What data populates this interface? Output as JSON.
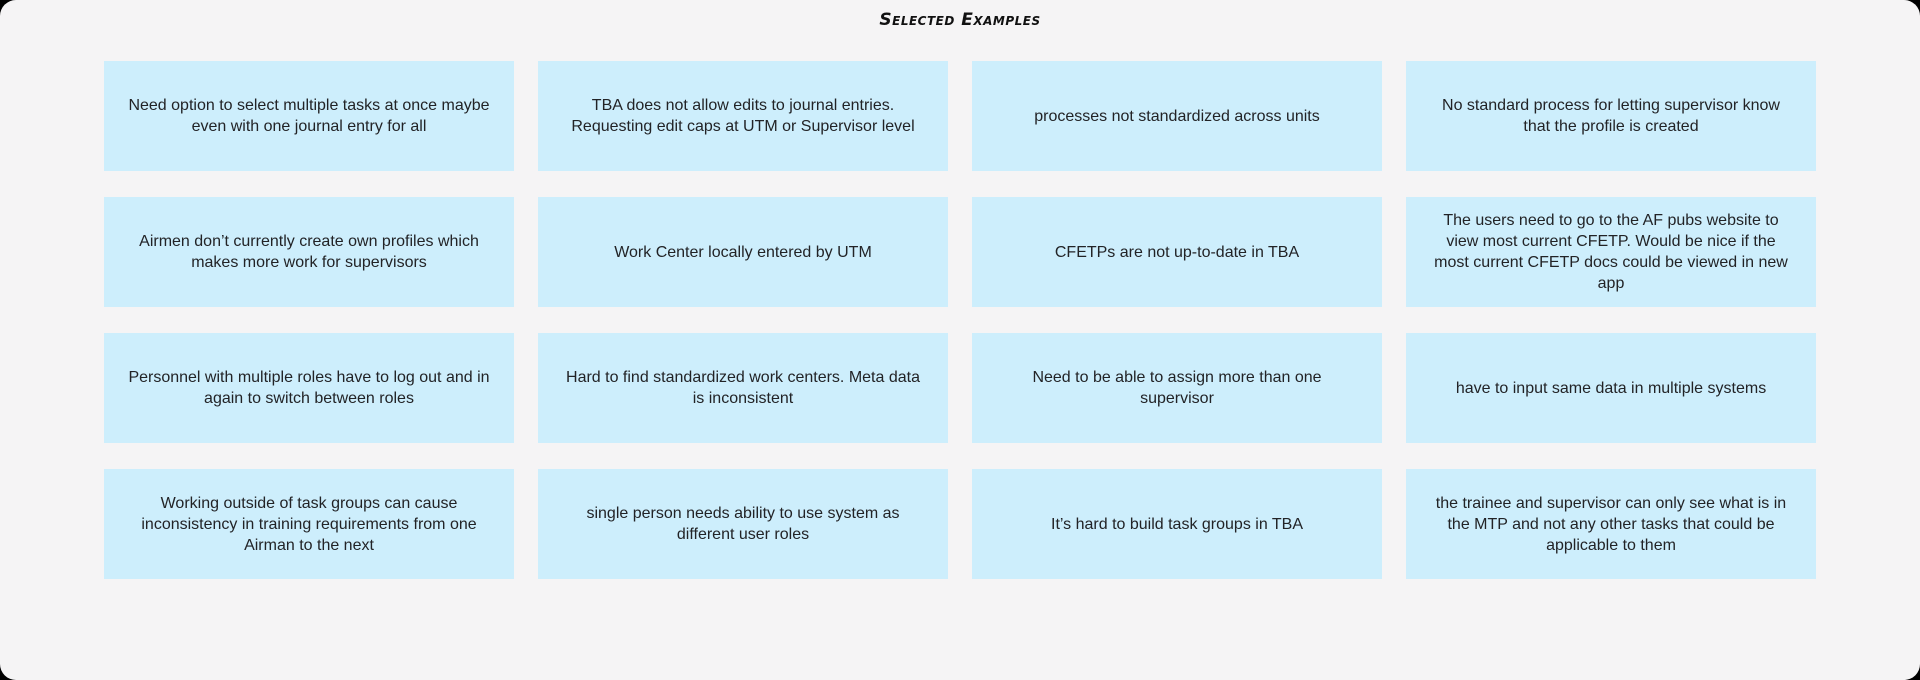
{
  "page": {
    "title": "Selected Examples"
  },
  "colors": {
    "board_background": "#f5f4f5",
    "outside_background": "#000000",
    "card_background": "#cdeefc",
    "card_text": "#222326",
    "title_text": "#111111"
  },
  "grid": {
    "columns": 4,
    "rows": 4
  },
  "cards": [
    "Need option to select multiple tasks at once maybe even with one journal entry for all",
    "TBA does not allow edits to journal entries. Requesting edit caps at UTM or Supervisor level",
    "processes not standardized across units",
    "No standard process for letting supervisor know that the profile is created",
    "Airmen don’t currently create own profiles which makes more work for supervisors",
    "Work Center locally entered by UTM",
    "CFETPs are not up-to-date in TBA",
    "The users need to go to the AF pubs website to view most current CFETP. Would be nice if the most current CFETP docs could be viewed in new app",
    "Personnel with multiple roles have to log out and in again to switch between roles",
    "Hard to find standardized work centers. Meta data is inconsistent",
    "Need to be able to assign more than one supervisor",
    "have to input same data in multiple systems",
    "Working outside of task groups can cause inconsistency in training requirements from one Airman to the next",
    "single person needs ability to use system as different user roles",
    "It’s hard to build task groups in TBA",
    "the trainee and supervisor can only see what is in the MTP and not any other tasks that could be applicable to them"
  ]
}
